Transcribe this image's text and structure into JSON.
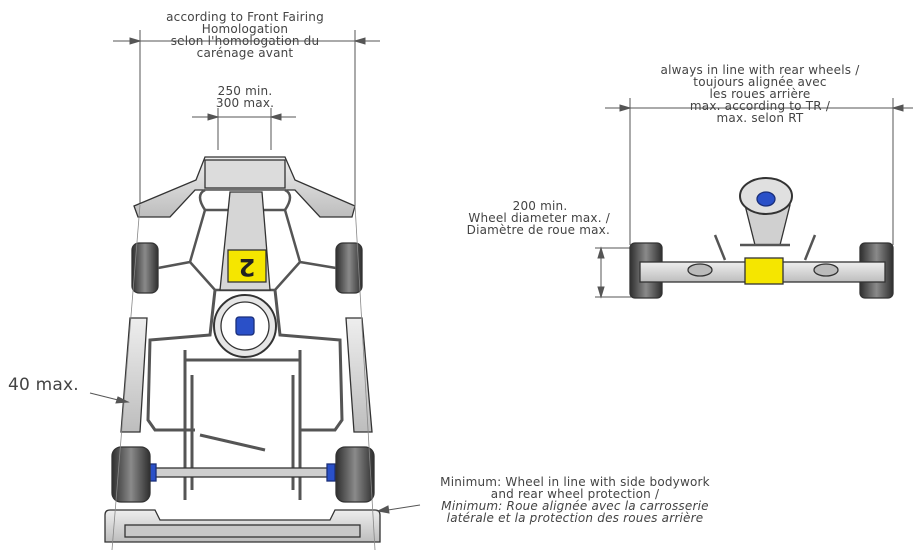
{
  "top_view": {
    "fairing_note": [
      "according to Front Fairing",
      "Homologation",
      "selon l'homologation du",
      "carénage avant"
    ],
    "nose_width": [
      "250 min.",
      "300 max."
    ],
    "number_plate": "2",
    "side_max": "40 max."
  },
  "rear_view": {
    "top_note": [
      "always in line with rear wheels /",
      "toujours alignée avec",
      "les roues arrière",
      "max. according to TR /",
      "max. selon RT"
    ],
    "height_note": [
      "200 min.",
      "Wheel diameter max. /",
      "Diamètre de roue max."
    ]
  },
  "bottom_note": {
    "line1": "Minimum: Wheel in line with side bodywork",
    "line2": "and rear wheel protection /",
    "line3": "Minimum: Roue alignée avec la carrosserie",
    "line4": "latérale et la protection des roues arrière"
  },
  "colors": {
    "number_plate": "#f5e600",
    "steering_hub": "#2a50c8",
    "line": "#333333",
    "body_fill": "#d9d9d9",
    "tyre": "#4a4a4a"
  }
}
